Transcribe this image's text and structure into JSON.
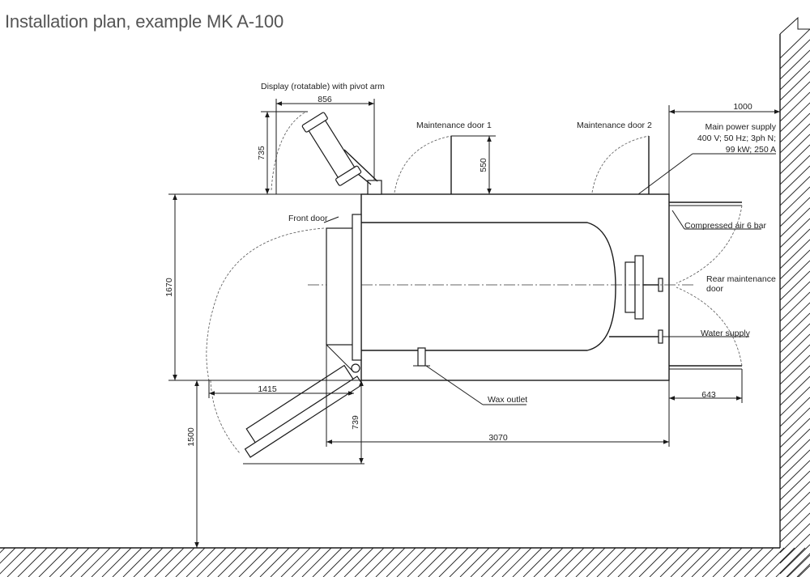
{
  "title": "Installation plan, example MK A-100",
  "labels": {
    "display": "Display (rotatable) with pivot arm",
    "maintenance_door_1": "Maintenance door 1",
    "maintenance_door_2": "Maintenance door 2",
    "main_power_line1": "Main power supply",
    "main_power_line2": "400 V; 50 Hz; 3ph N;",
    "main_power_line3": "99 kW; 250 A",
    "front_door": "Front door",
    "compressed_air": "Compressed air 6 bar",
    "rear_door_line1": "Rear maintenance",
    "rear_door_line2": "door",
    "water_supply": "Water supply",
    "wax_outlet": "Wax outlet"
  },
  "dimensions": {
    "display_width": "856",
    "display_depth": "735",
    "door_clearance": "550",
    "wall_clearance": "1000",
    "machine_depth": "1670",
    "front_door_swing": "1415",
    "front_door_depth": "739",
    "floor_clearance": "1500",
    "machine_length": "3070",
    "rear_clearance": "643"
  },
  "colors": {
    "line": "#1a1a1a",
    "title": "#555555",
    "hatch": "#222222"
  }
}
